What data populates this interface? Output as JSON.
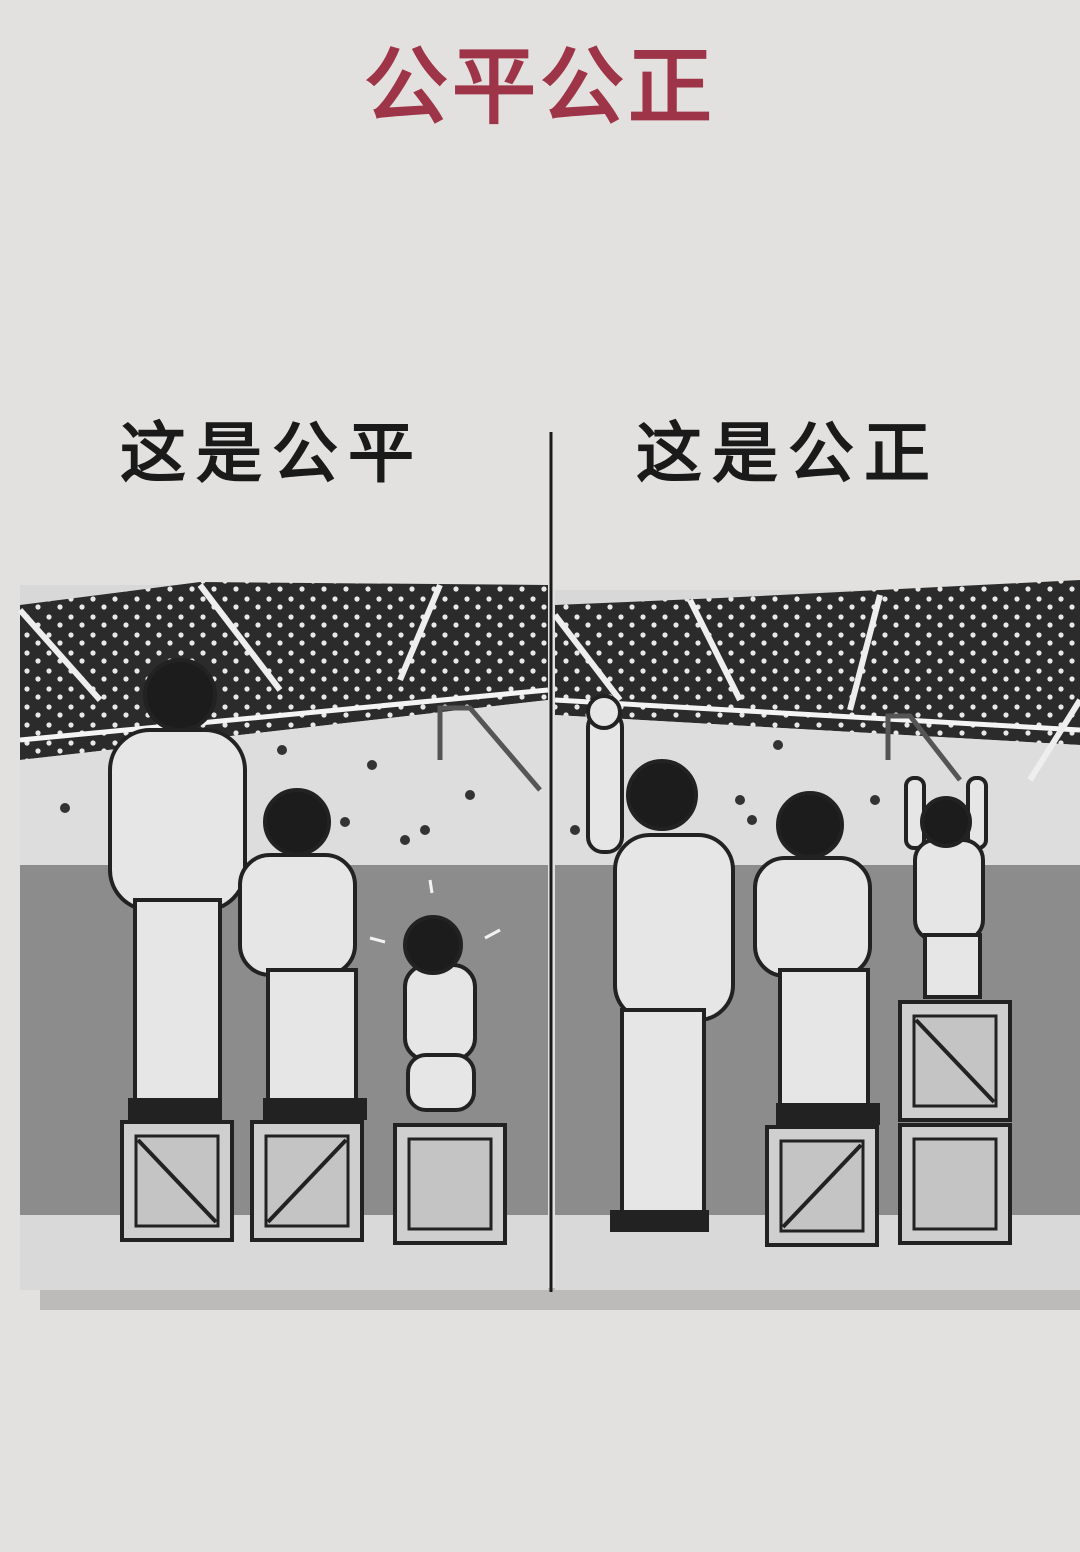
{
  "title": "公平公正",
  "panels": [
    {
      "caption": "这是公平"
    },
    {
      "caption": "这是公正"
    }
  ],
  "colors": {
    "title": "#9e3447",
    "background": "#e3e1df",
    "wall": "#8c8c8c",
    "crowd": "#2b2b2b"
  }
}
